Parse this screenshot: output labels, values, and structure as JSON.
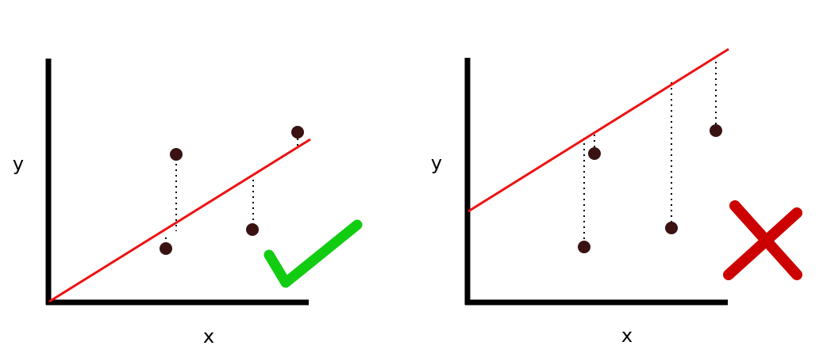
{
  "colors": {
    "axis": "#000000",
    "fit_line": "#ee1111",
    "point": "#3a1212",
    "residual": "#000000",
    "good_mark": "#11cc11",
    "bad_mark": "#cc0000"
  },
  "panels": [
    {
      "id": "good",
      "x_label": "x",
      "y_label": "y",
      "verdict": "good",
      "verdict_icon": "check-icon"
    },
    {
      "id": "bad",
      "x_label": "x",
      "y_label": "y",
      "verdict": "bad",
      "verdict_icon": "cross-icon"
    }
  ]
}
